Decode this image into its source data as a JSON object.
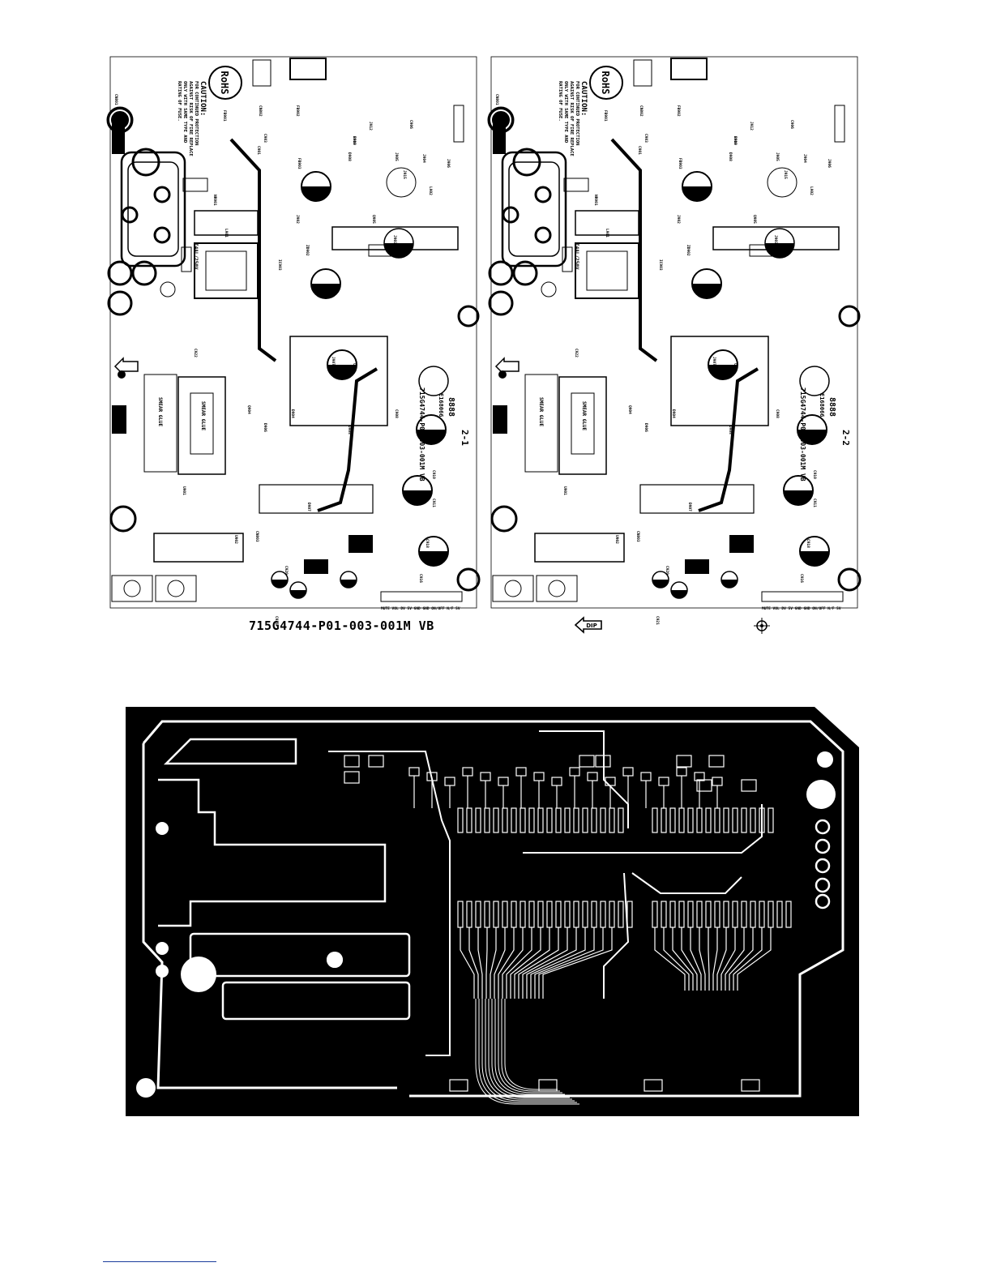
{
  "panel_titles": [
    "2-1",
    "2-2"
  ],
  "board_label": "715G4744-P01-003-001M VB",
  "board_label_vertical": "715G4744-P01-003-001M VB",
  "rohs_mark": "RoHS",
  "caution_title": "CAUTION:",
  "caution_lines": [
    "FOR CONTINUED PROTECTION",
    "AGAINST RISK OF FIRE REPLACE",
    "ONLY WITH SAME TYPE AND",
    "RATING OF FUSE."
  ],
  "fuse_rating": "T4AL/250V",
  "code_8888": "8888",
  "cert_code": "E168066",
  "smear_glue": "SMEAR GLUE",
  "dip_mark": "DIP",
  "connector_pins": "MUTE VOL DV 5V GND GND ON/OFF N/F 5V",
  "designators": [
    "CN801",
    "CN802",
    "CN803",
    "NR901",
    "FB901",
    "FB902",
    "FB903",
    "D904",
    "D905",
    "D906",
    "D907",
    "D908",
    "C901",
    "C903",
    "C906",
    "C908",
    "C910",
    "C911",
    "C916",
    "C918",
    "C920",
    "C921",
    "C922",
    "C923",
    "J902",
    "J903",
    "J904",
    "J905",
    "J906",
    "J907",
    "J910",
    "J912",
    "J915",
    "U901",
    "U902",
    "L901",
    "L902",
    "Q904",
    "Q905",
    "R909",
    "IC903",
    "ZD902"
  ],
  "footer_text": ""
}
